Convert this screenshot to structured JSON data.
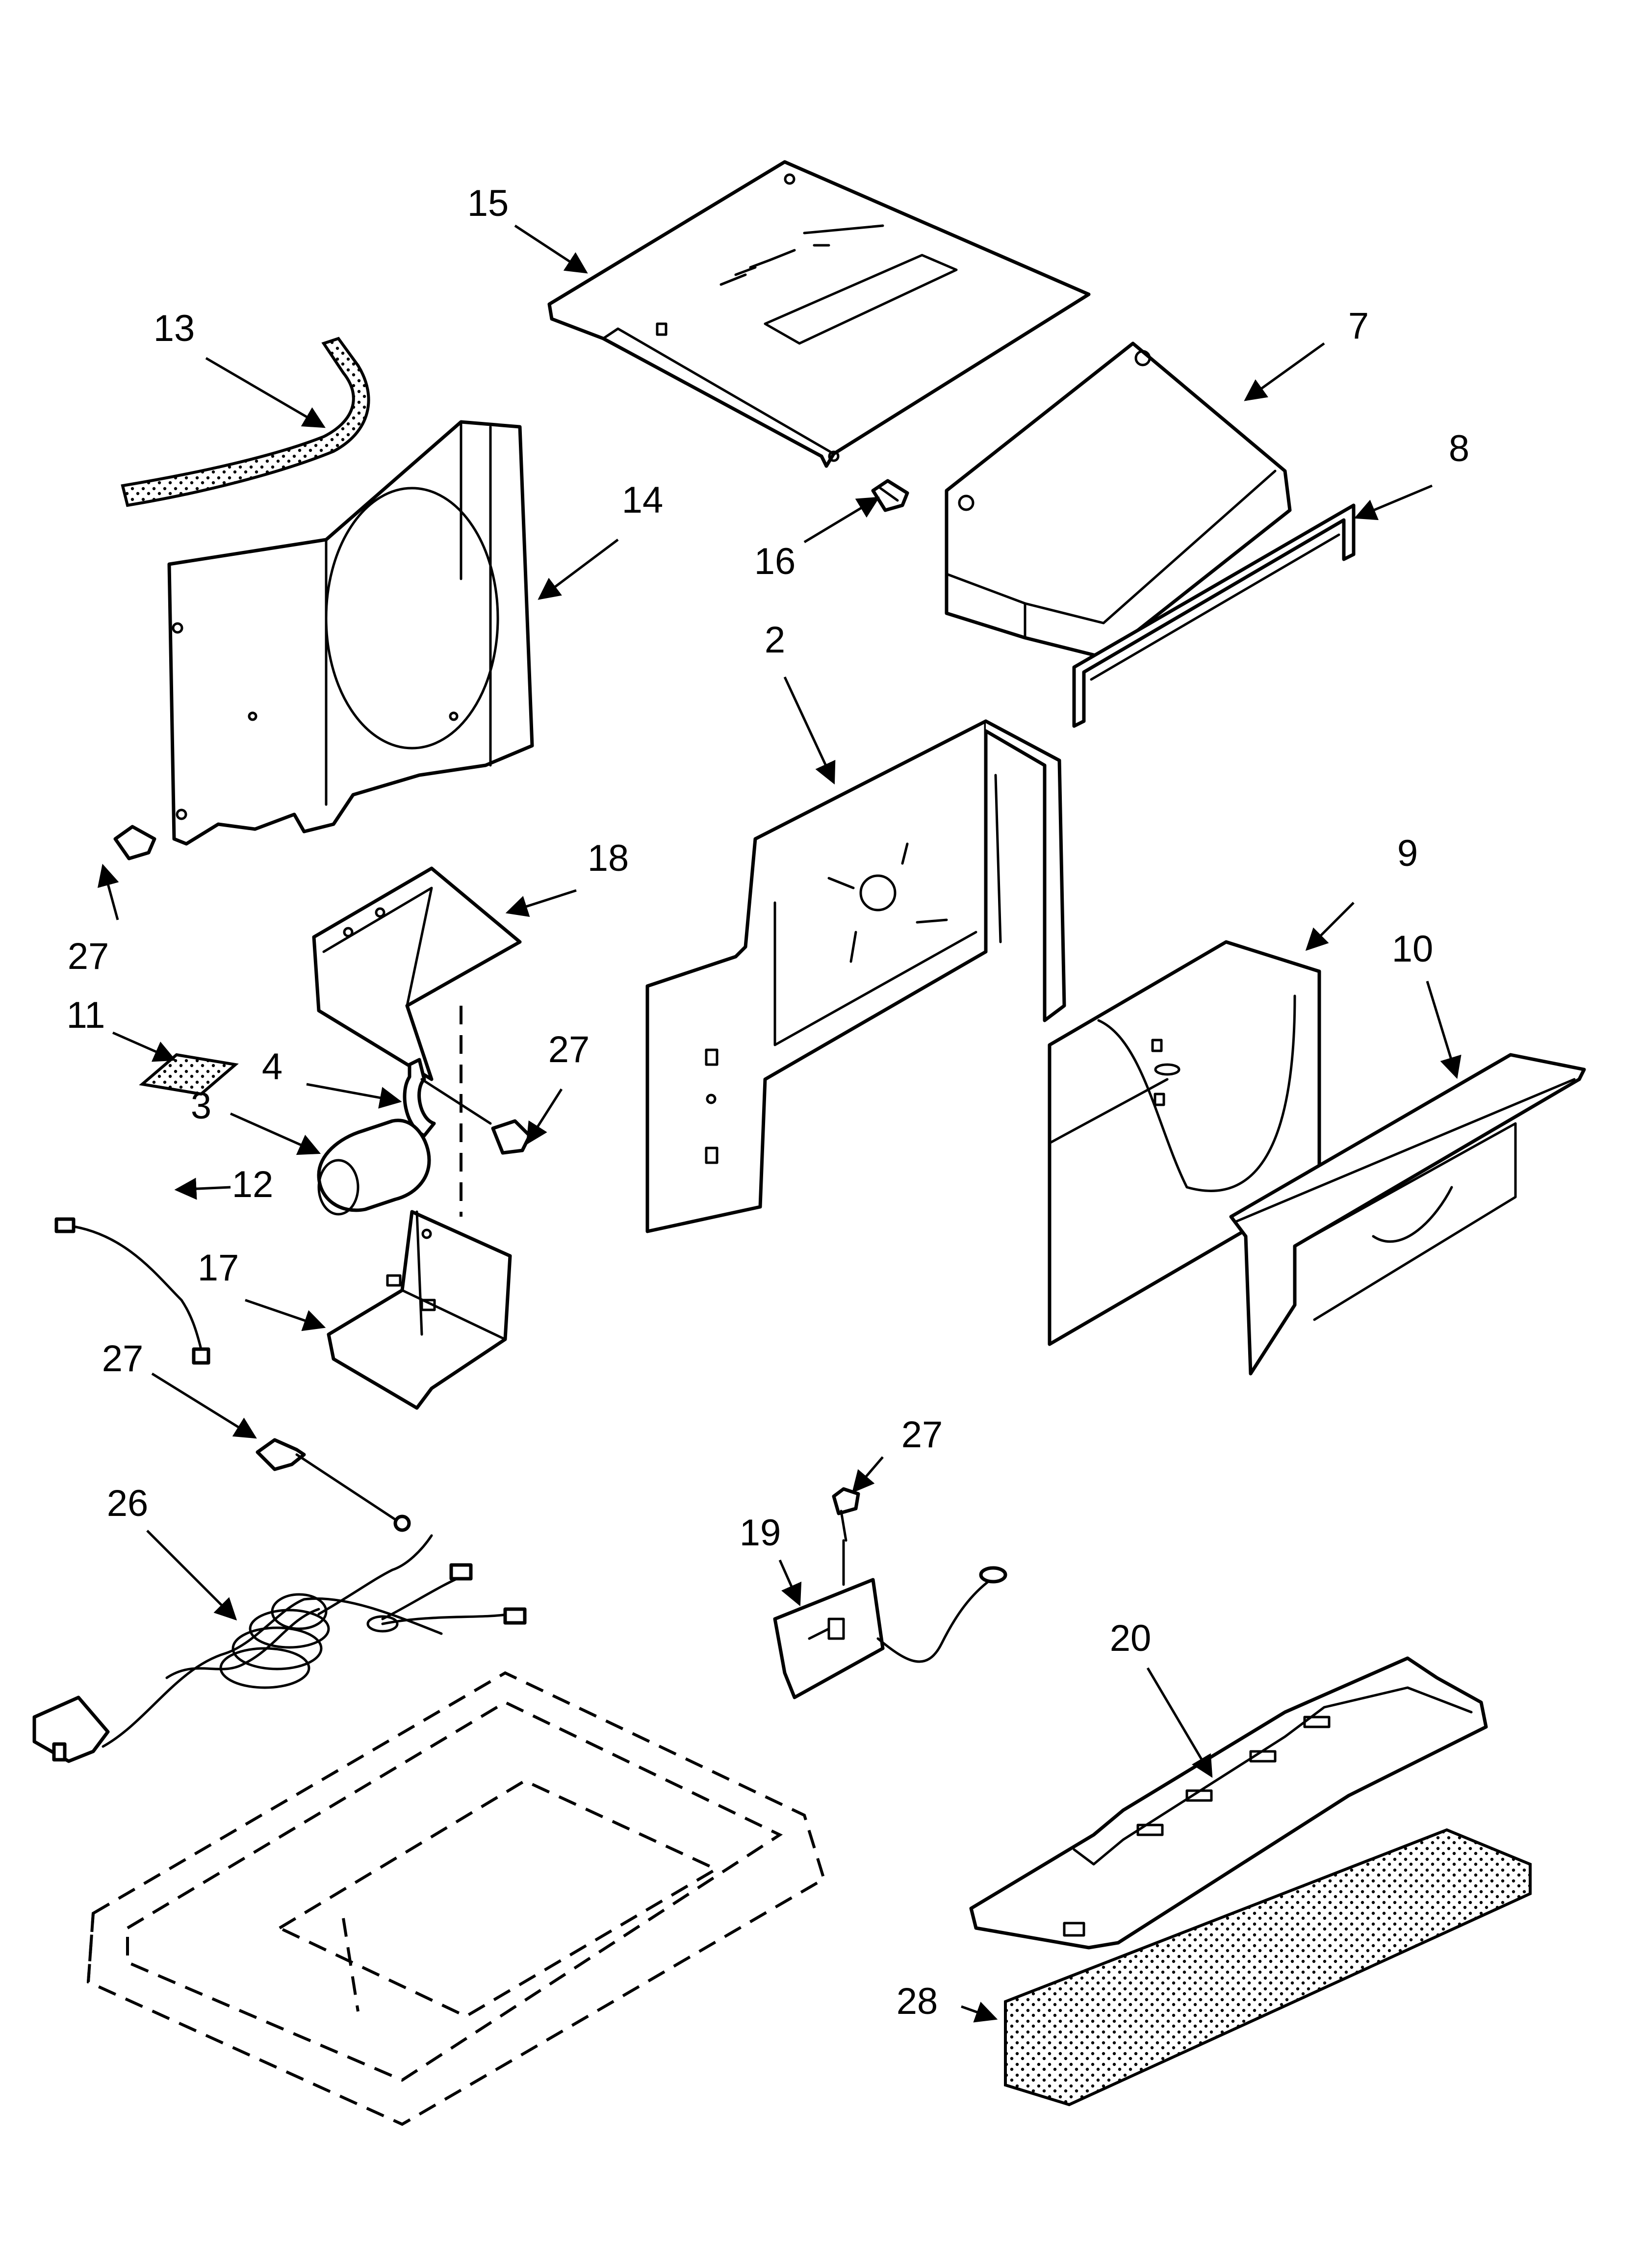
{
  "callouts": {
    "c15": "15",
    "c13": "13",
    "c7": "7",
    "c8": "8",
    "c14": "14",
    "c16": "16",
    "c2": "2",
    "c18": "18",
    "c9": "9",
    "c27a": "27",
    "c10": "10",
    "c11": "11",
    "c4": "4",
    "c27b": "27",
    "c3": "3",
    "c12": "12",
    "c17": "17",
    "c27c": "27",
    "c27d": "27",
    "c26": "26",
    "c19": "19",
    "c20": "20",
    "c28": "28"
  },
  "colors": {
    "line": "#000000",
    "background": "#ffffff"
  }
}
